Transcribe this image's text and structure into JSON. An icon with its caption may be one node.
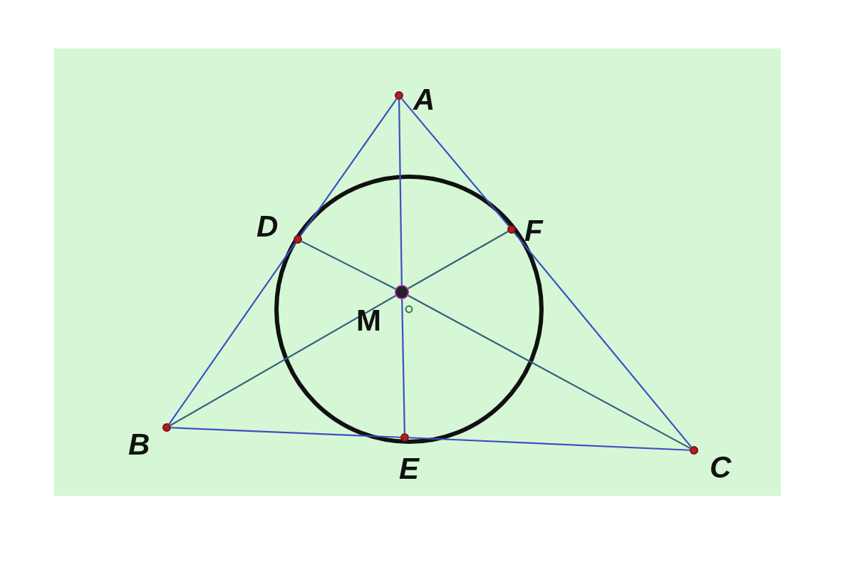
{
  "diagram": {
    "nodes": [
      {
        "text": [
          "A"
        ]
      },
      {
        "text": [
          "D"
        ]
      },
      {
        "text": [
          "F"
        ]
      },
      {
        "text": [
          "M"
        ]
      },
      {
        "text": [
          "B"
        ]
      },
      {
        "text": [
          "E"
        ]
      },
      {
        "text": [
          "C"
        ]
      }
    ],
    "edges": [
      {
        "from": 0,
        "to": 1,
        "arrow": "none"
      },
      {
        "from": 1,
        "to": 4,
        "arrow": "none"
      },
      {
        "from": 4,
        "to": 5,
        "arrow": "none"
      },
      {
        "from": 5,
        "to": 6,
        "arrow": "none"
      },
      {
        "from": 6,
        "to": 2,
        "arrow": "none"
      },
      {
        "from": 2,
        "to": 0,
        "arrow": "none"
      },
      {
        "from": 0,
        "to": 3,
        "arrow": "none"
      },
      {
        "from": 3,
        "to": 5,
        "arrow": "none"
      },
      {
        "from": 4,
        "to": 3,
        "arrow": "none",
        "color": "#35607a"
      },
      {
        "from": 3,
        "to": 2,
        "arrow": "none",
        "color": "#35607a"
      },
      {
        "from": 6,
        "to": 3,
        "arrow": "none",
        "color": "#35607a"
      },
      {
        "from": 3,
        "to": 1,
        "arrow": "none",
        "color": "#35607a"
      }
    ]
  }
}
